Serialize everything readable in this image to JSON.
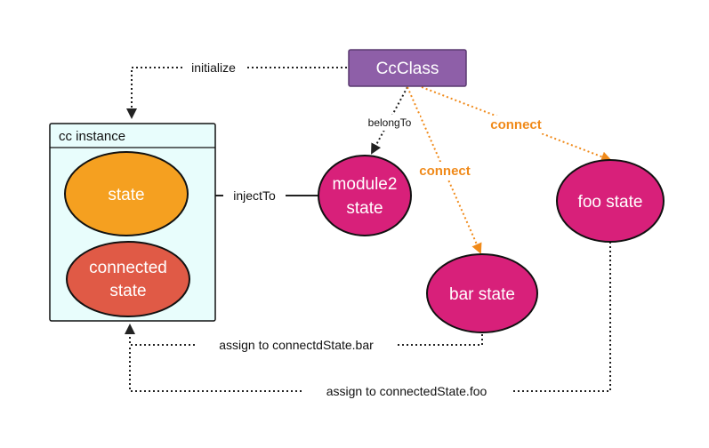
{
  "colors": {
    "ccclass_fill": "#8e5fa8",
    "ccclass_stroke": "#5a3a70",
    "instance_fill": "#e8fdfc",
    "instance_stroke": "#111111",
    "state_fill": "#f5a020",
    "connected_fill": "#e05a46",
    "magenta_fill": "#d8207a",
    "dark_edge": "#222222",
    "orange_edge": "#f08a1a"
  },
  "nodes": {
    "ccclass": "CcClass",
    "cc_instance_title": "cc instance",
    "state": "state",
    "connected_state_line1": "connected",
    "connected_state_line2": "state",
    "module2_state_line1": "module2",
    "module2_state_line2": "state",
    "bar_state": "bar state",
    "foo_state": "foo state"
  },
  "edges": {
    "initialize": "initialize",
    "belong_to": "belongTo",
    "connect_bar": "connect",
    "connect_foo": "connect",
    "inject_to": "injectTo",
    "assign_bar": "assign to connectdState.bar",
    "assign_foo": "assign to connectedState.foo"
  }
}
